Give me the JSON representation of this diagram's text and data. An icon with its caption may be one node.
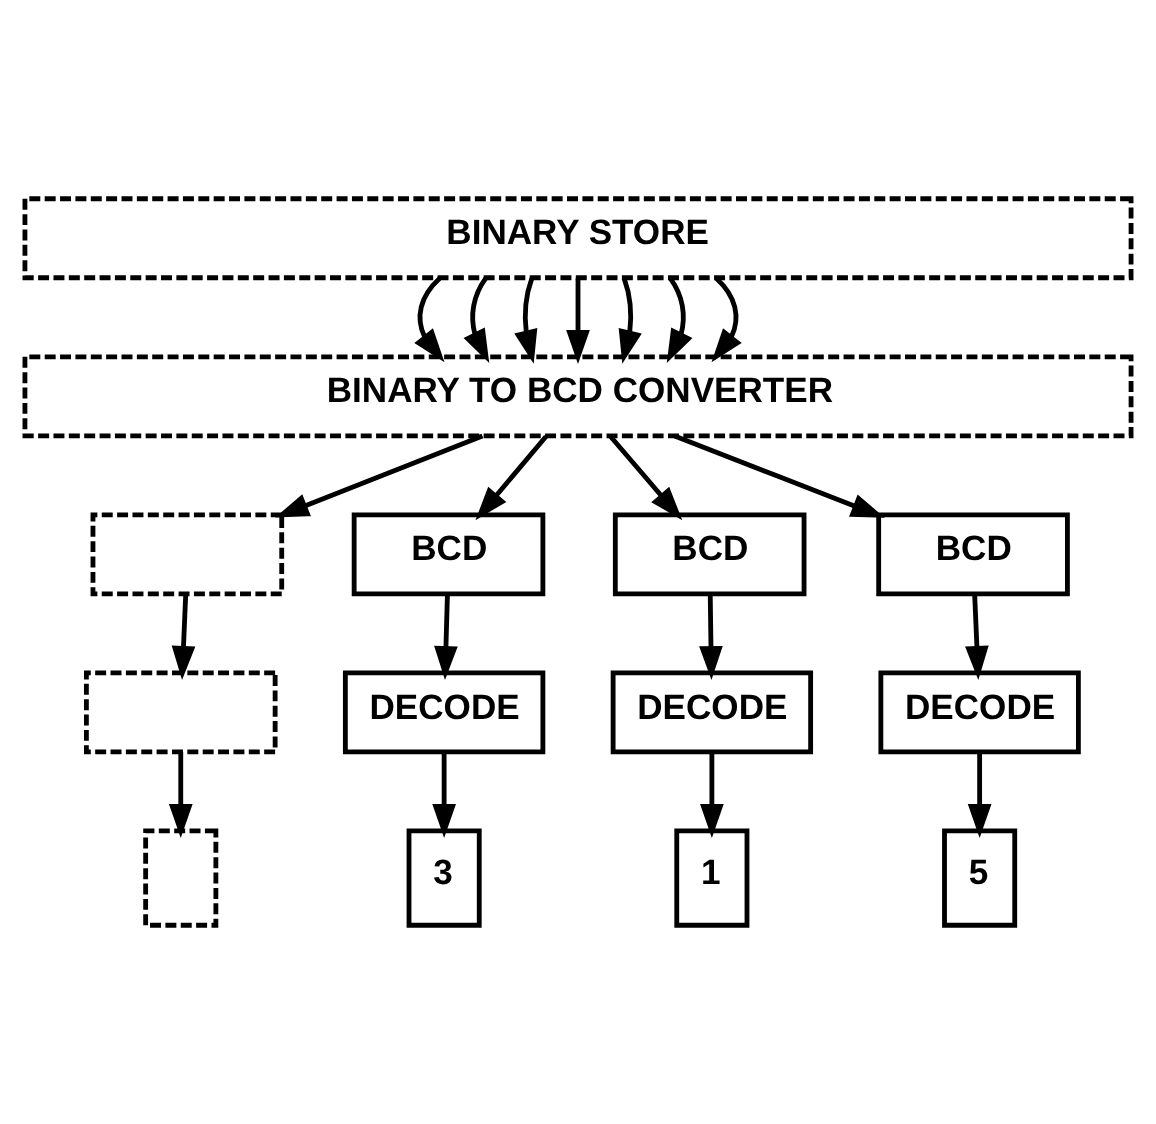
{
  "diagram": {
    "nodes": [
      {
        "text": [
          "BINARY STORE"
        ]
      },
      {
        "text": [
          "BINARY TO BCD CONVERTER"
        ]
      },
      {
        "text": [],
        "shape": "box"
      },
      {
        "text": [
          "BCD"
        ]
      },
      {
        "text": [
          "BCD"
        ]
      },
      {
        "text": [
          "BCD"
        ]
      },
      {
        "text": [],
        "shape": "box"
      },
      {
        "text": [
          "DECODE"
        ]
      },
      {
        "text": [
          "DECODE"
        ]
      },
      {
        "text": [
          "DECODE"
        ]
      },
      {
        "text": [],
        "shape": "box"
      },
      {
        "text": [
          "3"
        ]
      },
      {
        "text": [
          "1"
        ]
      },
      {
        "text": [
          "5"
        ]
      }
    ],
    "edges": [
      {
        "from": 0,
        "to": 1,
        "arrow": "to"
      },
      {
        "from": 0,
        "to": 1,
        "arrow": "to"
      },
      {
        "from": 0,
        "to": 1,
        "arrow": "to"
      },
      {
        "from": 0,
        "to": 1,
        "arrow": "to"
      },
      {
        "from": 0,
        "to": 1,
        "arrow": "to"
      },
      {
        "from": 0,
        "to": 1,
        "arrow": "to"
      },
      {
        "from": 0,
        "to": 1,
        "arrow": "to"
      },
      {
        "from": 1,
        "to": 2,
        "arrow": "to"
      },
      {
        "from": 1,
        "to": 3,
        "arrow": "to"
      },
      {
        "from": 1,
        "to": 4,
        "arrow": "to"
      },
      {
        "from": 1,
        "to": 5,
        "arrow": "to"
      },
      {
        "from": 2,
        "to": 6,
        "arrow": "to"
      },
      {
        "from": 3,
        "to": 7,
        "arrow": "to"
      },
      {
        "from": 4,
        "to": 8,
        "arrow": "to"
      },
      {
        "from": 5,
        "to": 9,
        "arrow": "to"
      },
      {
        "from": 6,
        "to": 10,
        "arrow": "to"
      },
      {
        "from": 7,
        "to": 11,
        "arrow": "to"
      },
      {
        "from": 8,
        "to": 12,
        "arrow": "to"
      },
      {
        "from": 9,
        "to": 13,
        "arrow": "to"
      }
    ]
  }
}
